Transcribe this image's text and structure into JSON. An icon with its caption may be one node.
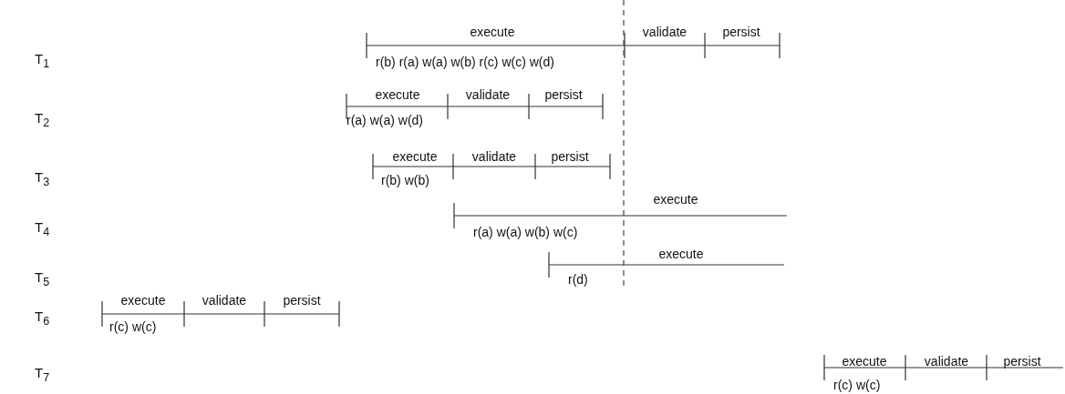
{
  "diagram": {
    "labels": [
      "T$_{1}$",
      "execute",
      "validate",
      "persist",
      "r(b) r(a) w(a) w(b) r(c) w(c) w(d)",
      "T$_{2}$",
      "execute",
      "validate",
      "persist",
      "r(a) w(a) w(d)",
      "T$_{3}$",
      "execute",
      "validate",
      "persist",
      "r(b) w(b)",
      "T$_{4}$",
      "execute",
      "r(a) w(a) w(b) w(c)",
      "T$_{5}$",
      "execute",
      "r(d)",
      "T$_{6}$",
      "execute",
      "validate",
      "persist",
      "r(c) w(c)",
      "T$_{7}$",
      "execute",
      "validate",
      "persist",
      "r(c) w(c)"
    ]
  }
}
